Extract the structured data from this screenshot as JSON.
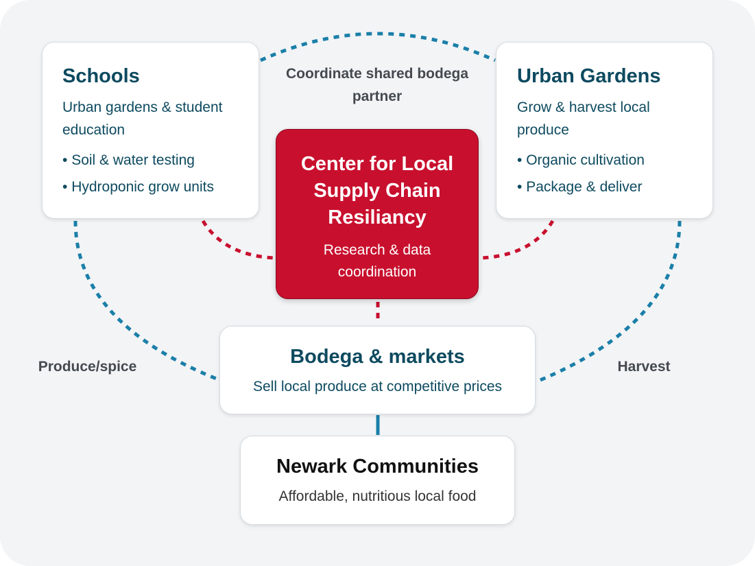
{
  "colors": {
    "accent_red": "#c8102e",
    "teal_heading": "#0d4a5f",
    "dotted_blue": "#1a7fa8",
    "dotted_red": "#c8102e"
  },
  "schools": {
    "title": "Schools",
    "description": "Urban gardens & student education",
    "bullets": [
      "Soil & water testing",
      "Hydroponic grow units"
    ]
  },
  "urban_gardens": {
    "title": "Urban Gardens",
    "description": "Grow & harvest local produce",
    "bullets": [
      "Organic cultivation",
      "Package & deliver"
    ]
  },
  "center": {
    "title": "Center for Local Supply Chain Resiliancy",
    "description": "Research & data coordination"
  },
  "bodega": {
    "title": "Bodega & markets",
    "description": "Sell local produce at competitive prices"
  },
  "newark": {
    "title": "Newark Communities",
    "description": "Affordable, nutritious local food"
  },
  "edge_labels": {
    "top": "Coordinate shared bodega partner",
    "left": "Produce/spice",
    "right": "Harvest"
  }
}
